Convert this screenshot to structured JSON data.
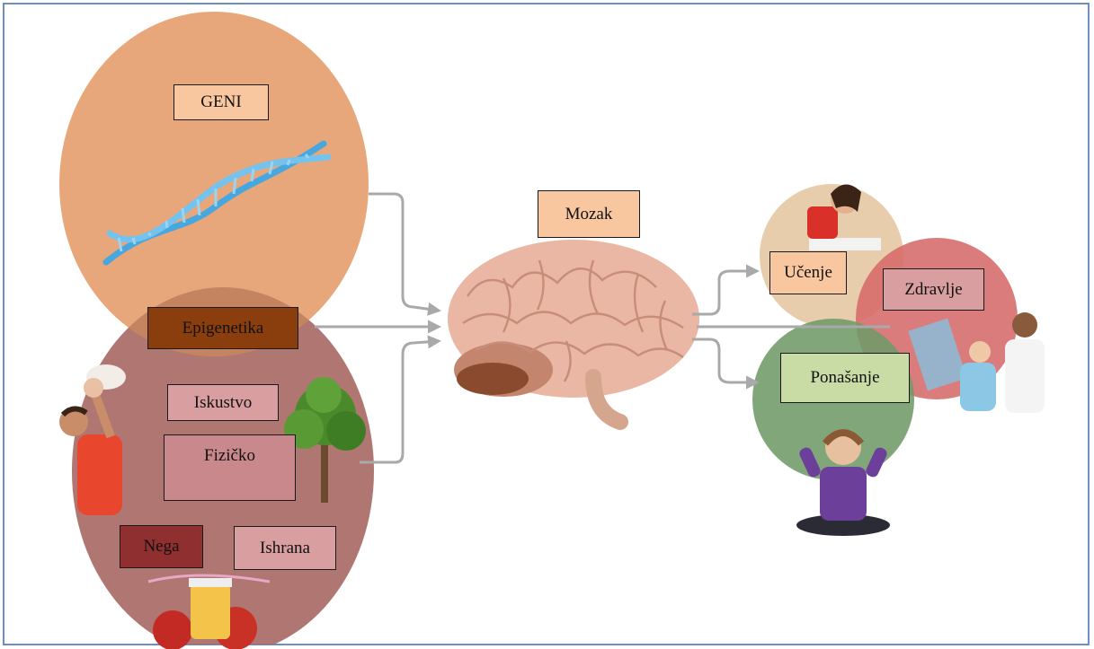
{
  "labels": {
    "geni": "GENI",
    "epigenetika": "Epigenetika",
    "iskustvo": "Iskustvo",
    "fizicko": "Fizičko",
    "nega": "Nega",
    "ishrana": "Ishrana",
    "mozak": "Mozak",
    "ucenje": "Učenje",
    "zdravlje": "Zdravlje",
    "ponasanje": "Ponašanje"
  },
  "colors": {
    "genes_circle": "#e8a77a",
    "environment_circle": "#a86a66",
    "overlap": "#b97755",
    "learning_circle": "#e6c8a4",
    "health_circle": "#d66a6a",
    "behavior_circle": "#6f9a68",
    "arrow": "#a9a9a9",
    "label_geni": "#f8c7a0",
    "label_epigenetika": "#8b3e0d",
    "label_iskustvo": "#d89ea0",
    "label_nega": "#8f2f30",
    "label_ponasanje": "#c9dca6",
    "frame": "#6d8fbf"
  },
  "icons": [
    "dna-helix-icon",
    "brain-icon",
    "tree-icon",
    "father-child-icon",
    "baby-food-icon",
    "girl-studying-icon",
    "doctor-xray-icon",
    "child-sitting-icon"
  ]
}
